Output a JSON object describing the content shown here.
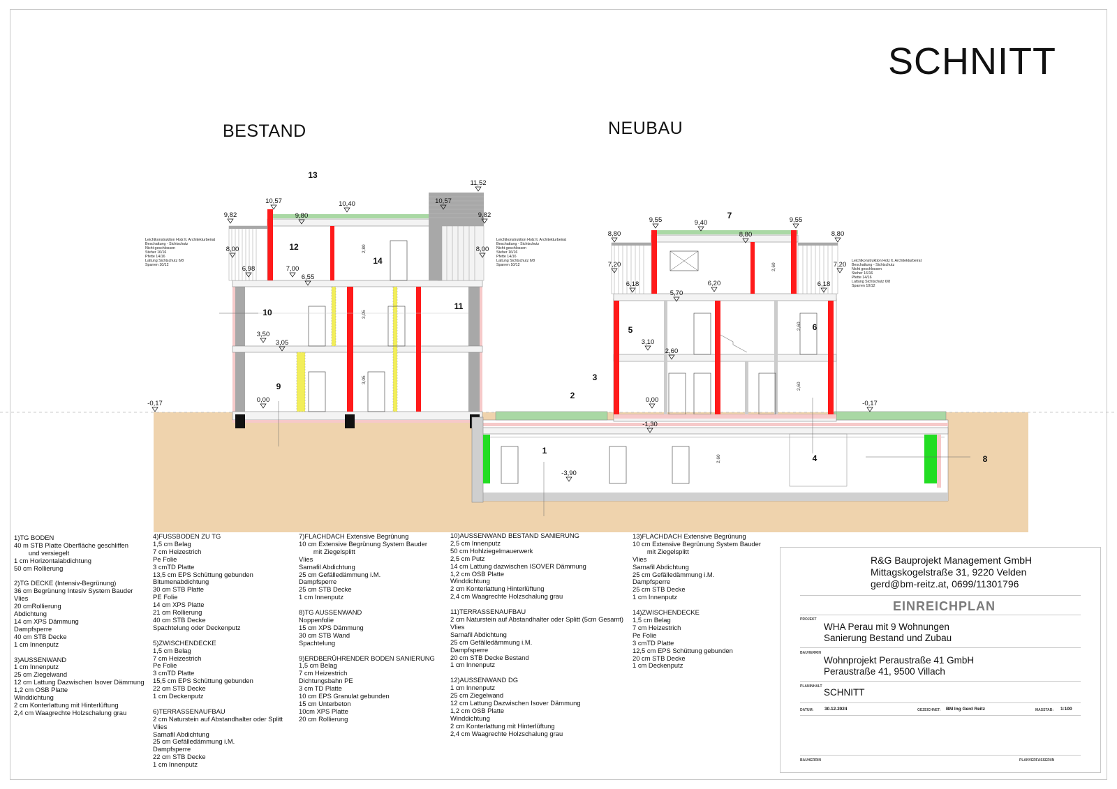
{
  "header": {
    "title": "SCHNITT",
    "bestand": "BESTAND",
    "neubau": "NEUBAU"
  },
  "colors": {
    "soil": "#efd3ad",
    "wall_red": "#ff1a1a",
    "green_roof": "#a9d8a4",
    "green_wall": "#22dd22",
    "insulation_yellow": "#f2ee5a",
    "concrete_grey": "#a8a8a8"
  },
  "section": {
    "room_numbers": [
      "13",
      "12",
      "14",
      "10",
      "11",
      "9",
      "7",
      "5",
      "6",
      "3",
      "2",
      "1",
      "4",
      "8"
    ],
    "levels_bestand": [
      "11,52",
      "10,57",
      "10,40",
      "9,82",
      "9,80",
      "10,57",
      "9,82",
      "8,00",
      "8,00",
      "6,98",
      "7,00",
      "6,55",
      "3,50",
      "3,05",
      "0,00",
      "-0,17"
    ],
    "levels_neubau": [
      "9,55",
      "9,40",
      "9,55",
      "8,80",
      "8,80",
      "8,80",
      "7,20",
      "7,20",
      "6,18",
      "5,70",
      "6,20",
      "6,18",
      "3,10",
      "2,60",
      "0,00",
      "-0,17",
      "-1,30",
      "-3,90"
    ],
    "heights": [
      "2,80",
      "3,05",
      "3,05",
      "2,60",
      "2,60",
      "2,60",
      "2,60"
    ],
    "leicht_note": [
      "Leichtkonstruktion Holz lt. Architekturbeirat",
      "Beschattung - Sichtschutz",
      "Nicht geschlossen",
      "Steher 16/16",
      "Pfette 14/16",
      "Lattung Sichtschutz 6/8",
      "Sparren 10/12"
    ]
  },
  "specs": [
    {
      "lines": [
        "1)TG BODEN",
        "40 m STB Platte Oberfläche geschliffen",
        "        und versiegelt",
        "1 cm Horizontalabdichtung",
        "50 cm Rollierung",
        "",
        "2)TG DECKE (Intensiv-Begrünung)",
        "36 cm Begrünung Intesiv System Bauder",
        "Vlies",
        "20 cmRollierung",
        "Abdichtung",
        "14 cm XPS Dämmung",
        "Dampfsperre",
        "40 cm STB Decke",
        "1 cm Innenputz",
        "",
        "3)AUSSENWAND",
        "1 cm Innenputz",
        "25 cm Ziegelwand",
        "12 cm Lattung Dazwischen Isover Dämmung",
        "1,2 cm OSB Platte",
        "Winddichtung",
        "2 cm Konterlattung mit Hinterlüftung",
        "2,4 cm Waagrechte Holzschalung grau"
      ]
    },
    {
      "lines": [
        "4)FUSSBODEN ZU TG",
        "1,5 cm Belag",
        "7 cm Heizestrich",
        "Pe Folie",
        "3 cmTD Platte",
        "13,5 cm EPS Schüttung gebunden",
        "Bitumenabdichtung",
        "30 cm STB Platte",
        "PE Folie",
        "14 cm XPS Platte",
        "21 cm Rollierung",
        "40 cm STB Decke",
        "Spachtelung oder Deckenputz",
        "",
        "5)ZWISCHENDECKE",
        "1,5 cm Belag",
        "7 cm Heizestrich",
        "Pe Folie",
        "3 cmTD Platte",
        "15,5 cm EPS Schüttung gebunden",
        "22 cm STB Decke",
        "1 cm Deckenputz",
        "",
        "6)TERRASSENAUFBAU",
        "2 cm Naturstein auf Abstandhalter oder Splitt",
        "Vlies",
        "Sarnafil Abdichtung",
        "25 cm Gefälledämmung i.M.",
        "Dampfsperre",
        "22 cm STB Decke",
        "1 cm Innenputz"
      ]
    },
    {
      "lines": [
        "7)FLACHDACH Extensive Begrünung",
        "10 cm Extensive Begrünung System Bauder",
        "        mit Ziegelsplitt",
        "Vlies",
        "Sarnafil Abdichtung",
        "25 cm Gefälledämmung i.M.",
        "Dampfsperre",
        "25 cm STB Decke",
        "1 cm Innenputz",
        "",
        "8)TG AUSSENWAND",
        "Noppenfolie",
        "15 cm XPS Dämmung",
        "30 cm STB Wand",
        "Spachtelung",
        "",
        "9)ERDBERÜHRENDER BODEN SANIERUNG",
        "1,5 cm Belag",
        "7 cm Heizestrich",
        "Dichtungsbahn PE",
        "3 cm TD Platte",
        "10 cm EPS Granulat gebunden",
        "15 cm Unterbeton",
        "10cm XPS Platte",
        "20 cm Rollierung"
      ]
    },
    {
      "lines": [
        "10)AUSSENWAND BESTAND SANIERUNG",
        "2,5 cm Innenputz",
        "50 cm Hohlziegelmauerwerk",
        "2,5 cm Putz",
        "14 cm Lattung dazwischen ISOVER Dämmung",
        "1,2 cm OSB Platte",
        "Winddichtung",
        "2 cm Konterlattung Hinterlüftung",
        "2,4 cm Waagrechte Holzschalung grau",
        "",
        "11)TERRASSENAUFBAU",
        "2 cm Naturstein auf Abstandhalter oder Splitt (5cm Gesamt)",
        "Vlies",
        "Sarnafil Abdichtung",
        "25 cm Gefälledämmung i.M.",
        "Dampfsperre",
        "20 cm STB Decke Bestand",
        "1 cm Innenputz",
        "",
        "12)AUSSENWAND DG",
        "1 cm Innenputz",
        "25 cm Ziegelwand",
        "12 cm Lattung Dazwischen Isover Dämmung",
        "1,2 cm OSB Platte",
        "Winddichtung",
        "2 cm Konterlattung mit Hinterlüftung",
        "2,4 cm Waagrechte Holzschalung grau"
      ]
    },
    {
      "lines": [
        "13)FLACHDACH Extensive Begrünung",
        "10 cm Extensive Begrünung System Bauder",
        "        mit Ziegelsplitt",
        "Vlies",
        "Sarnafil Abdichtung",
        "25 cm Gefälledämmung i.M.",
        "Dampfsperre",
        "25 cm STB Decke",
        "1 cm Innenputz",
        "",
        "14)ZWISCHENDECKE",
        "1,5 cm Belag",
        "7 cm Heizestrich",
        "Pe Folie",
        "3 cmTD Platte",
        "12,5 cm EPS Schüttung gebunden",
        "20 cm STB Decke",
        "1 cm Deckenputz"
      ]
    }
  ],
  "titleblock": {
    "firm_name": "R&G Bauprojekt Management GmbH",
    "firm_address": "Mittagskogelstraße 31, 9220 Velden",
    "firm_contact": "gerd@bm-reitz.at, 0699/11301796",
    "plan_type": "EINREICHPLAN",
    "label_projekt": "PROJEKT",
    "projekt_1": "WHA Perau mit 9 Wohnungen",
    "projekt_2": "Sanierung Bestand und Zubau",
    "label_bauherrin": "BAUHERRIN",
    "bauherrin_1": "Wohnprojekt Peraustraße 41 GmbH",
    "bauherrin_2": "Peraustraße 41, 9500 Villach",
    "label_planinhalt": "PLANINHALT",
    "planinhalt": "SCHNITT",
    "label_datum": "DATUM:",
    "datum": "30.12.2024",
    "label_gezeichnet": "GEZEICHNET:",
    "gezeichnet": "BM Ing Gerd Reitz",
    "label_masstab": "MASSTAB:",
    "masstab": "1:100",
    "label_bauherrin_sign": "BAUHERRIN",
    "label_planverfasser": "PLANVERFASSER/IN"
  }
}
